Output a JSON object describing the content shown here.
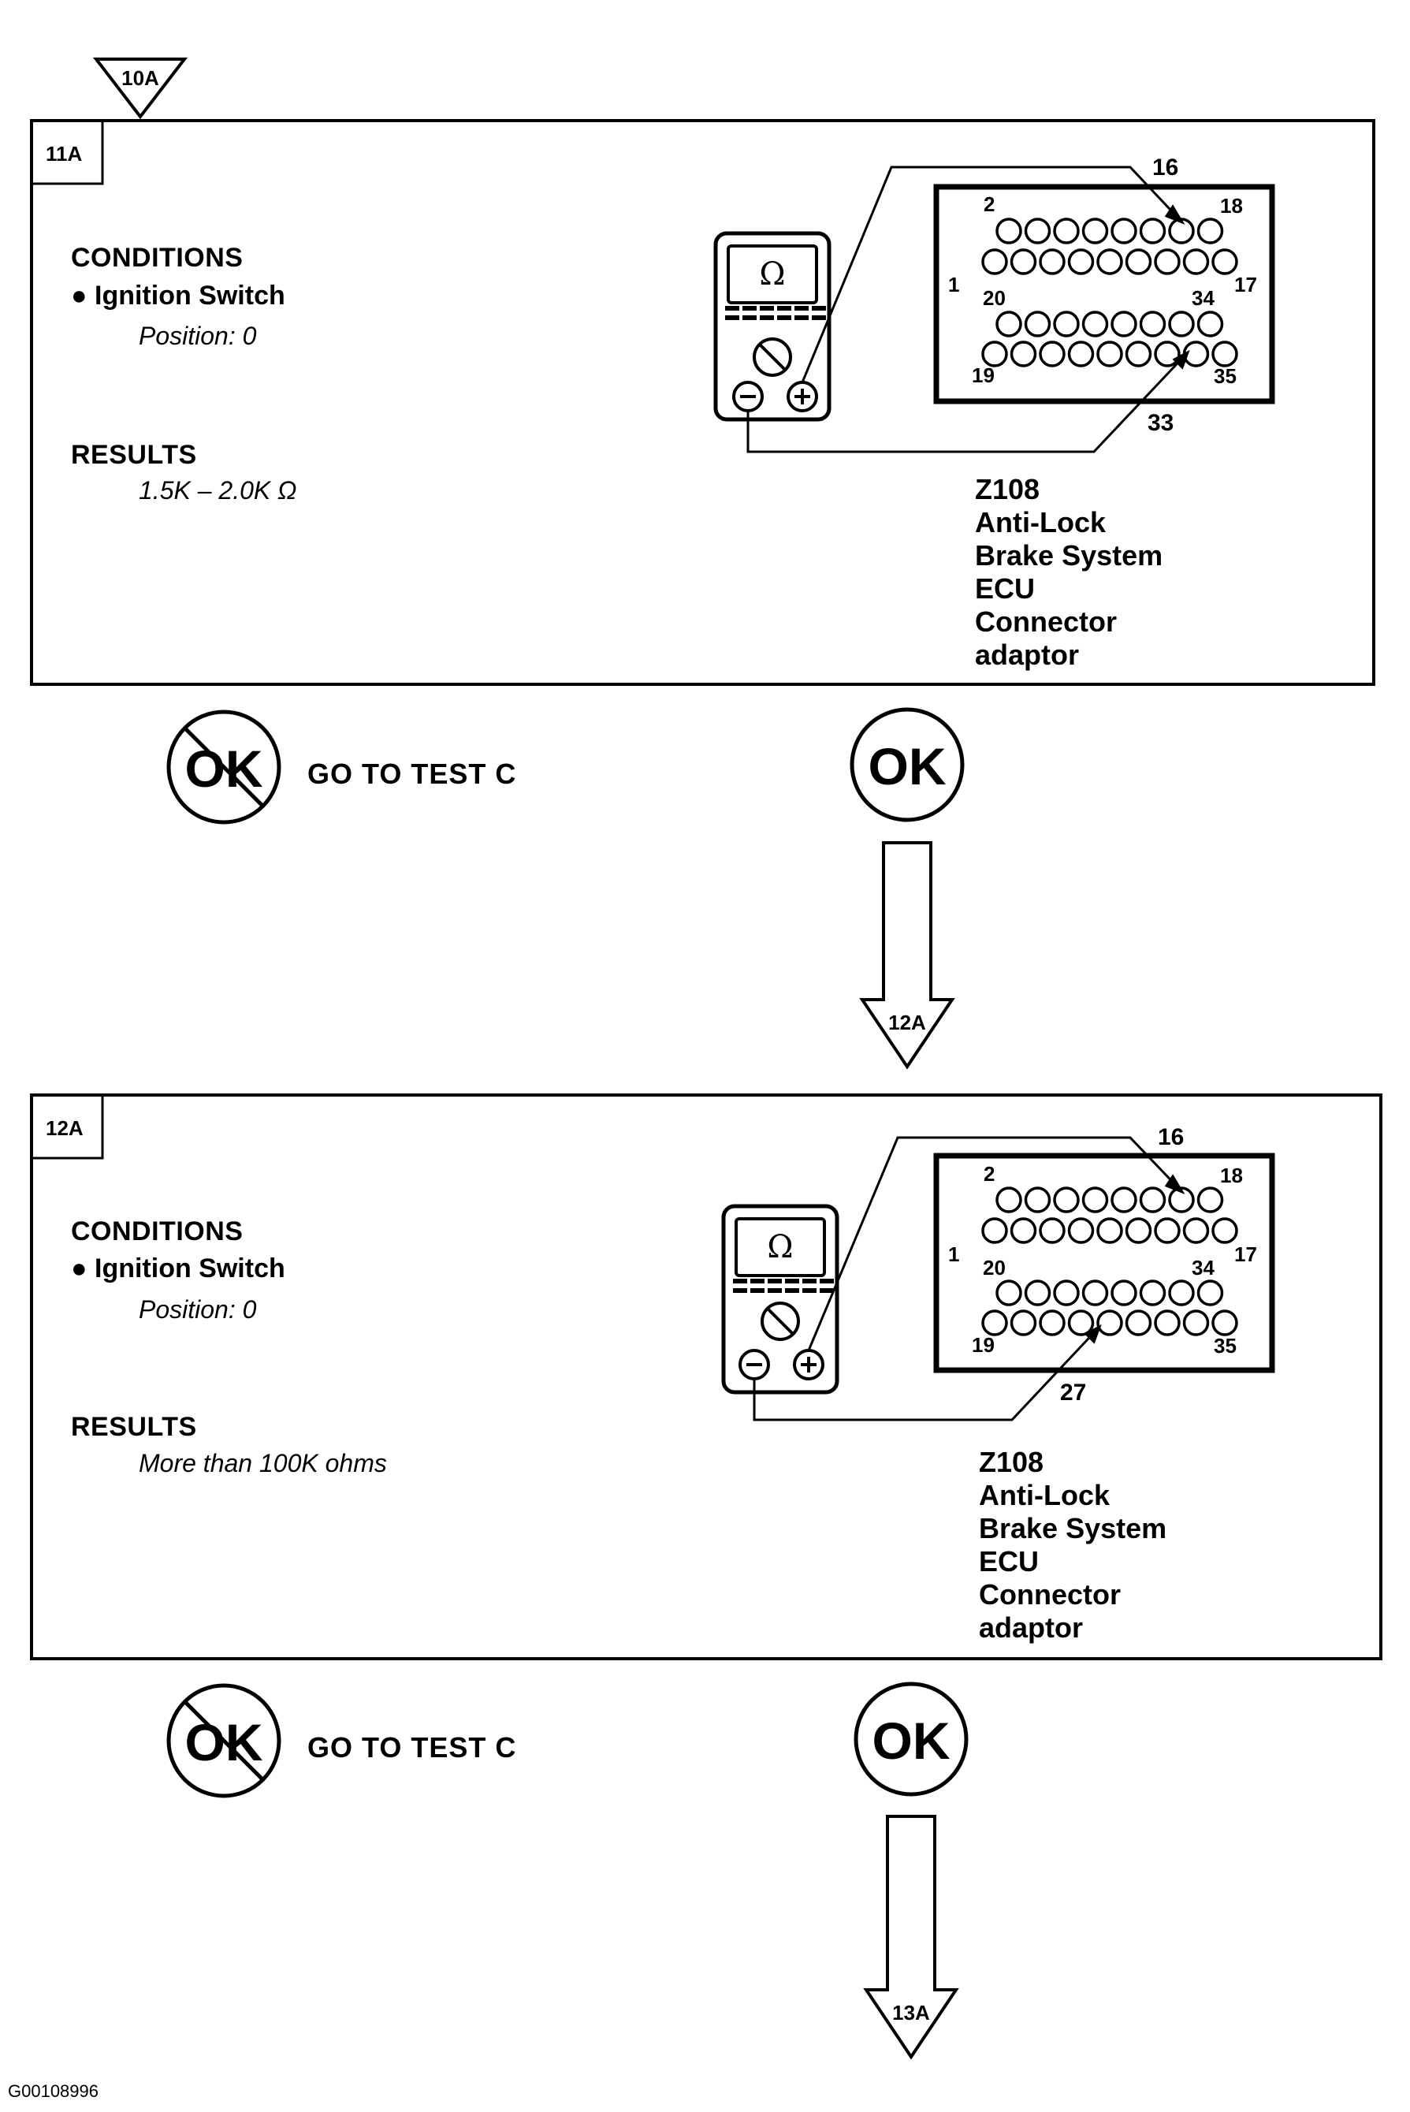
{
  "top_marker": "10A",
  "tests": [
    {
      "id": "11A",
      "conditions_heading": "CONDITIONS",
      "condition_item": "Ignition Switch",
      "condition_detail": "Position: 0",
      "results_heading": "RESULTS",
      "result_value": "1.5K – 2.0K Ω",
      "connector": {
        "pins_top_left": "2",
        "pins_top_right": "18",
        "pin_left": "1",
        "pin_right": "17",
        "pins_mid_left": "20",
        "pins_mid_right": "34",
        "pins_bottom_left": "19",
        "pins_bottom_right": "35",
        "probe_pin_top": "16",
        "probe_pin_bottom": "33"
      },
      "meter_symbol": "Ω",
      "connector_label": [
        "Z108",
        "Anti-Lock",
        "Brake System",
        "ECU",
        "Connector",
        "adaptor"
      ],
      "not_ok_label": "OK",
      "not_ok_action": "GO TO TEST C",
      "ok_label": "OK",
      "next_marker": "12A"
    },
    {
      "id": "12A",
      "conditions_heading": "CONDITIONS",
      "condition_item": "Ignition Switch",
      "condition_detail": "Position: 0",
      "results_heading": "RESULTS",
      "result_value": "More than 100K ohms",
      "connector": {
        "pins_top_left": "2",
        "pins_top_right": "18",
        "pin_left": "1",
        "pin_right": "17",
        "pins_mid_left": "20",
        "pins_mid_right": "34",
        "pins_bottom_left": "19",
        "pins_bottom_right": "35",
        "probe_pin_top": "16",
        "probe_pin_bottom": "27"
      },
      "meter_symbol": "Ω",
      "connector_label": [
        "Z108",
        "Anti-Lock",
        "Brake System",
        "ECU",
        "Connector",
        "adaptor"
      ],
      "not_ok_label": "OK",
      "not_ok_action": "GO TO TEST C",
      "ok_label": "OK",
      "next_marker": "13A"
    }
  ],
  "figure_id": "G00108996"
}
